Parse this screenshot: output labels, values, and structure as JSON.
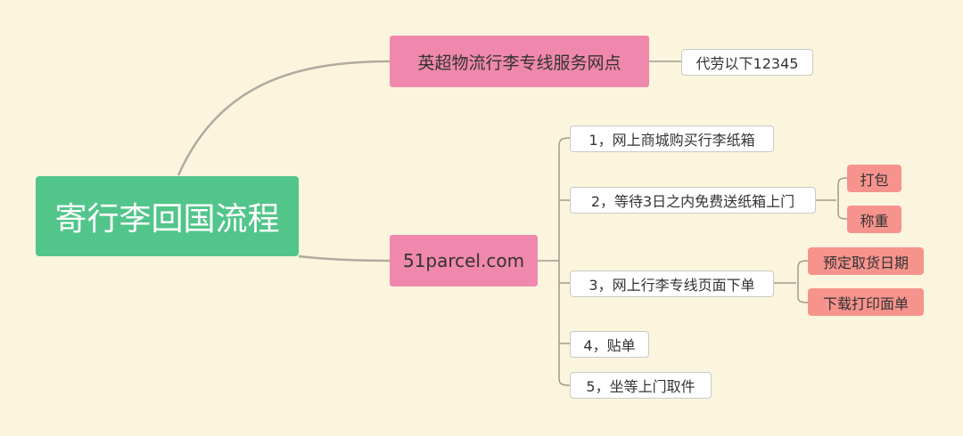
{
  "root": {
    "label": "寄行李回国流程"
  },
  "branches": [
    {
      "label": "英超物流行李专线服务网点",
      "children": [
        {
          "label": "代劳以下12345"
        }
      ]
    },
    {
      "label": "51parcel.com",
      "children": [
        {
          "label": "1，网上商城购买行李纸箱"
        },
        {
          "label": "2，等待3日之内免费送纸箱上门",
          "children": [
            {
              "label": "打包"
            },
            {
              "label": "称重"
            }
          ]
        },
        {
          "label": "3，网上行李专线页面下单",
          "children": [
            {
              "label": "预定取货日期"
            },
            {
              "label": "下载打印面单"
            }
          ]
        },
        {
          "label": "4，贴单"
        },
        {
          "label": "5，坐等上门取件"
        }
      ]
    }
  ],
  "colors": {
    "background": "#fcf5dd",
    "root": "#52c58a",
    "branch": "#f088ad",
    "sub": "#f7938d",
    "link": "#b0aaa0"
  }
}
